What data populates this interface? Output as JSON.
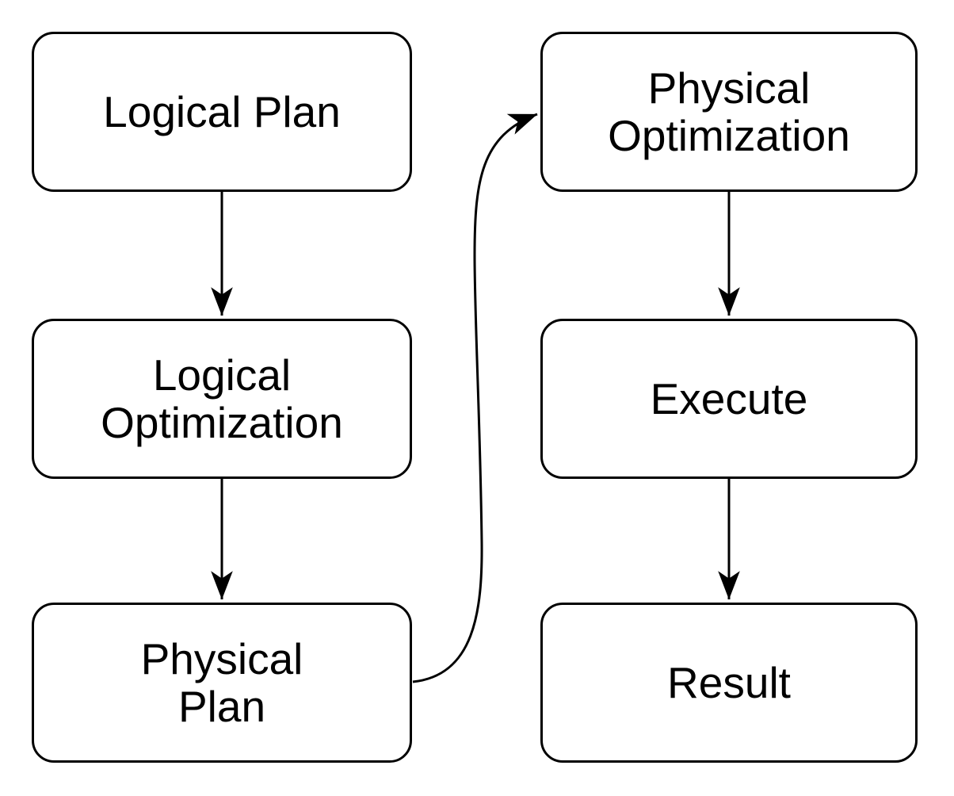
{
  "diagram": {
    "title": "query plan execution flowchart",
    "colors": {
      "background": "#ffffff",
      "node_fill": "#ffffff",
      "node_stroke": "#000000",
      "text": "#000000",
      "arrow": "#000000"
    },
    "nodes": [
      {
        "id": "logical-plan",
        "label": "Logical Plan"
      },
      {
        "id": "logical-optimization",
        "label": "Logical\nOptimization"
      },
      {
        "id": "physical-plan",
        "label": "Physical\nPlan"
      },
      {
        "id": "physical-optimization",
        "label": "Physical\nOptimization"
      },
      {
        "id": "execute",
        "label": "Execute"
      },
      {
        "id": "result",
        "label": "Result"
      }
    ],
    "edges": [
      {
        "from": "logical-plan",
        "to": "logical-optimization",
        "style": "straight-down"
      },
      {
        "from": "logical-optimization",
        "to": "physical-plan",
        "style": "straight-down"
      },
      {
        "from": "physical-plan",
        "to": "physical-optimization",
        "style": "curved-up-right"
      },
      {
        "from": "physical-optimization",
        "to": "execute",
        "style": "straight-down"
      },
      {
        "from": "execute",
        "to": "result",
        "style": "straight-down"
      }
    ]
  }
}
